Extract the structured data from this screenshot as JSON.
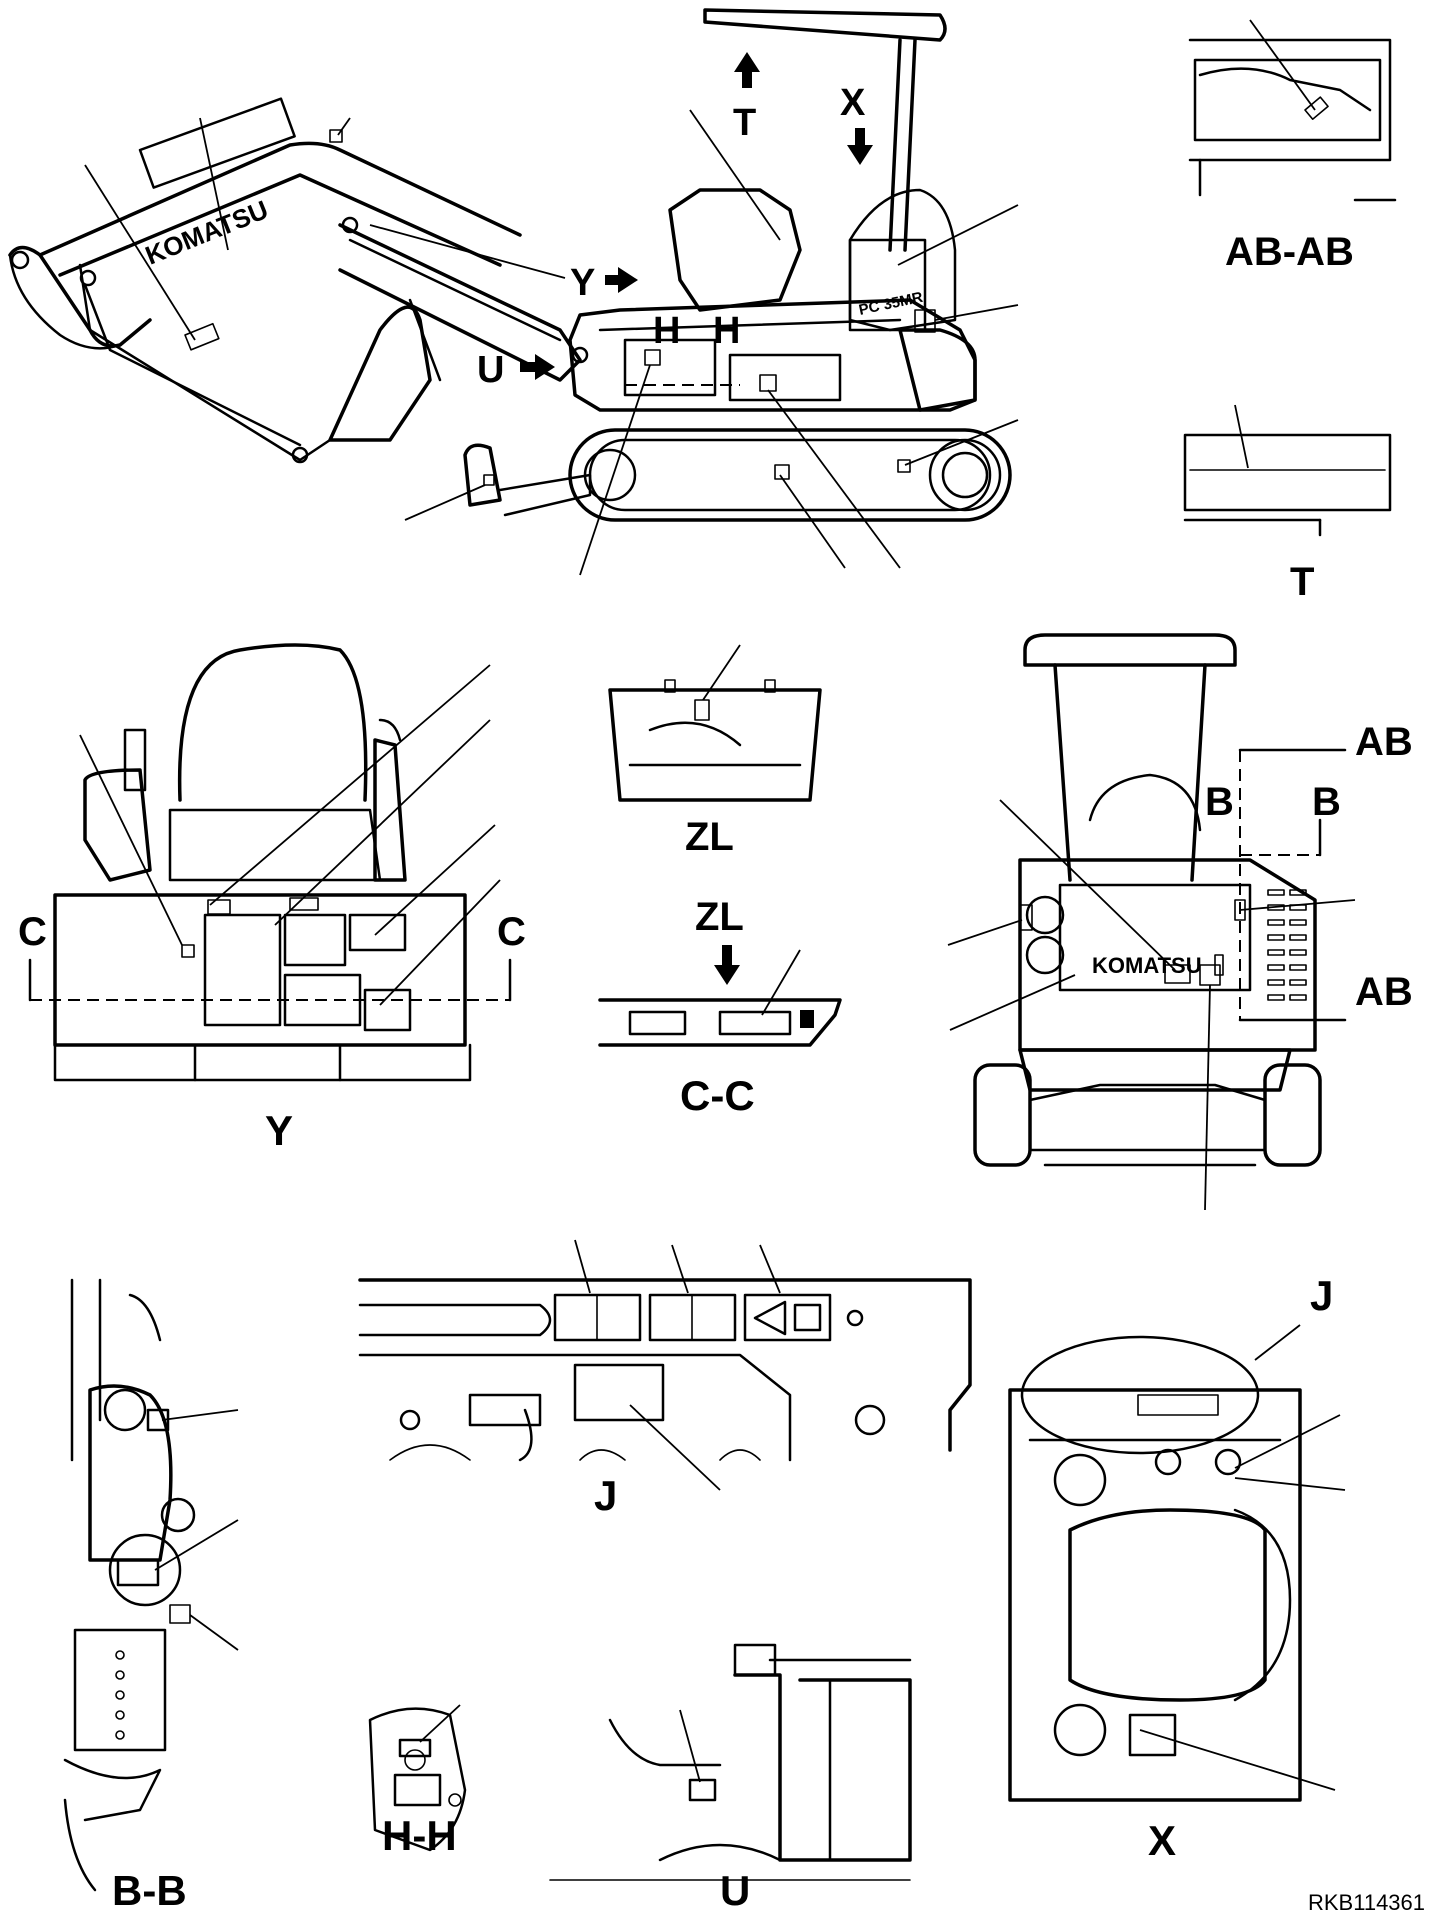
{
  "drawing_ref": "RKB114361",
  "brand": "KOMATSU",
  "model_badge": "PC 35MR",
  "view_labels": {
    "Y": "Y",
    "ZL": "ZL",
    "CC": "C-C",
    "AB": "AB",
    "ABAB": "AB-AB",
    "T": "T",
    "X": "X",
    "U": "U",
    "H": "H",
    "B": "B",
    "BB": "B-B",
    "J": "J",
    "HH": "H-H",
    "C": "C"
  }
}
